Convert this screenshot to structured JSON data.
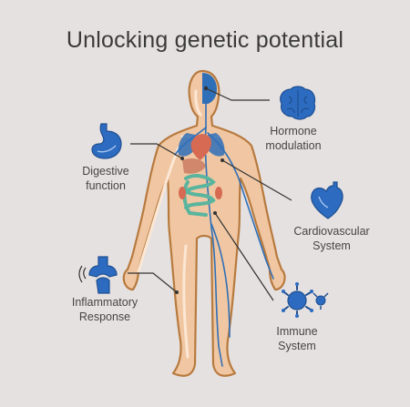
{
  "title": "Unlocking genetic potential",
  "labels": {
    "hormone": [
      "Hormone",
      "modulation"
    ],
    "digestive": [
      "Digestive",
      "function"
    ],
    "cardio": [
      "Cardiovascular",
      "System"
    ],
    "inflammatory": [
      "Inflammatory",
      "Response"
    ],
    "immune": [
      "Immune",
      "System"
    ]
  },
  "colors": {
    "background": "#e6e1e1",
    "body_fill": "#f0c7a2",
    "body_outline": "#b77a3e",
    "veins": "#2f6fb8",
    "organs_gi": "#5ab59e",
    "organs_red": "#d66a52",
    "icon_blue": "#2c6bbf",
    "leader_line": "#333333"
  },
  "icons": [
    "brain-icon",
    "stomach-icon",
    "heart-icon",
    "joint-icon",
    "immune-cells-icon"
  ]
}
